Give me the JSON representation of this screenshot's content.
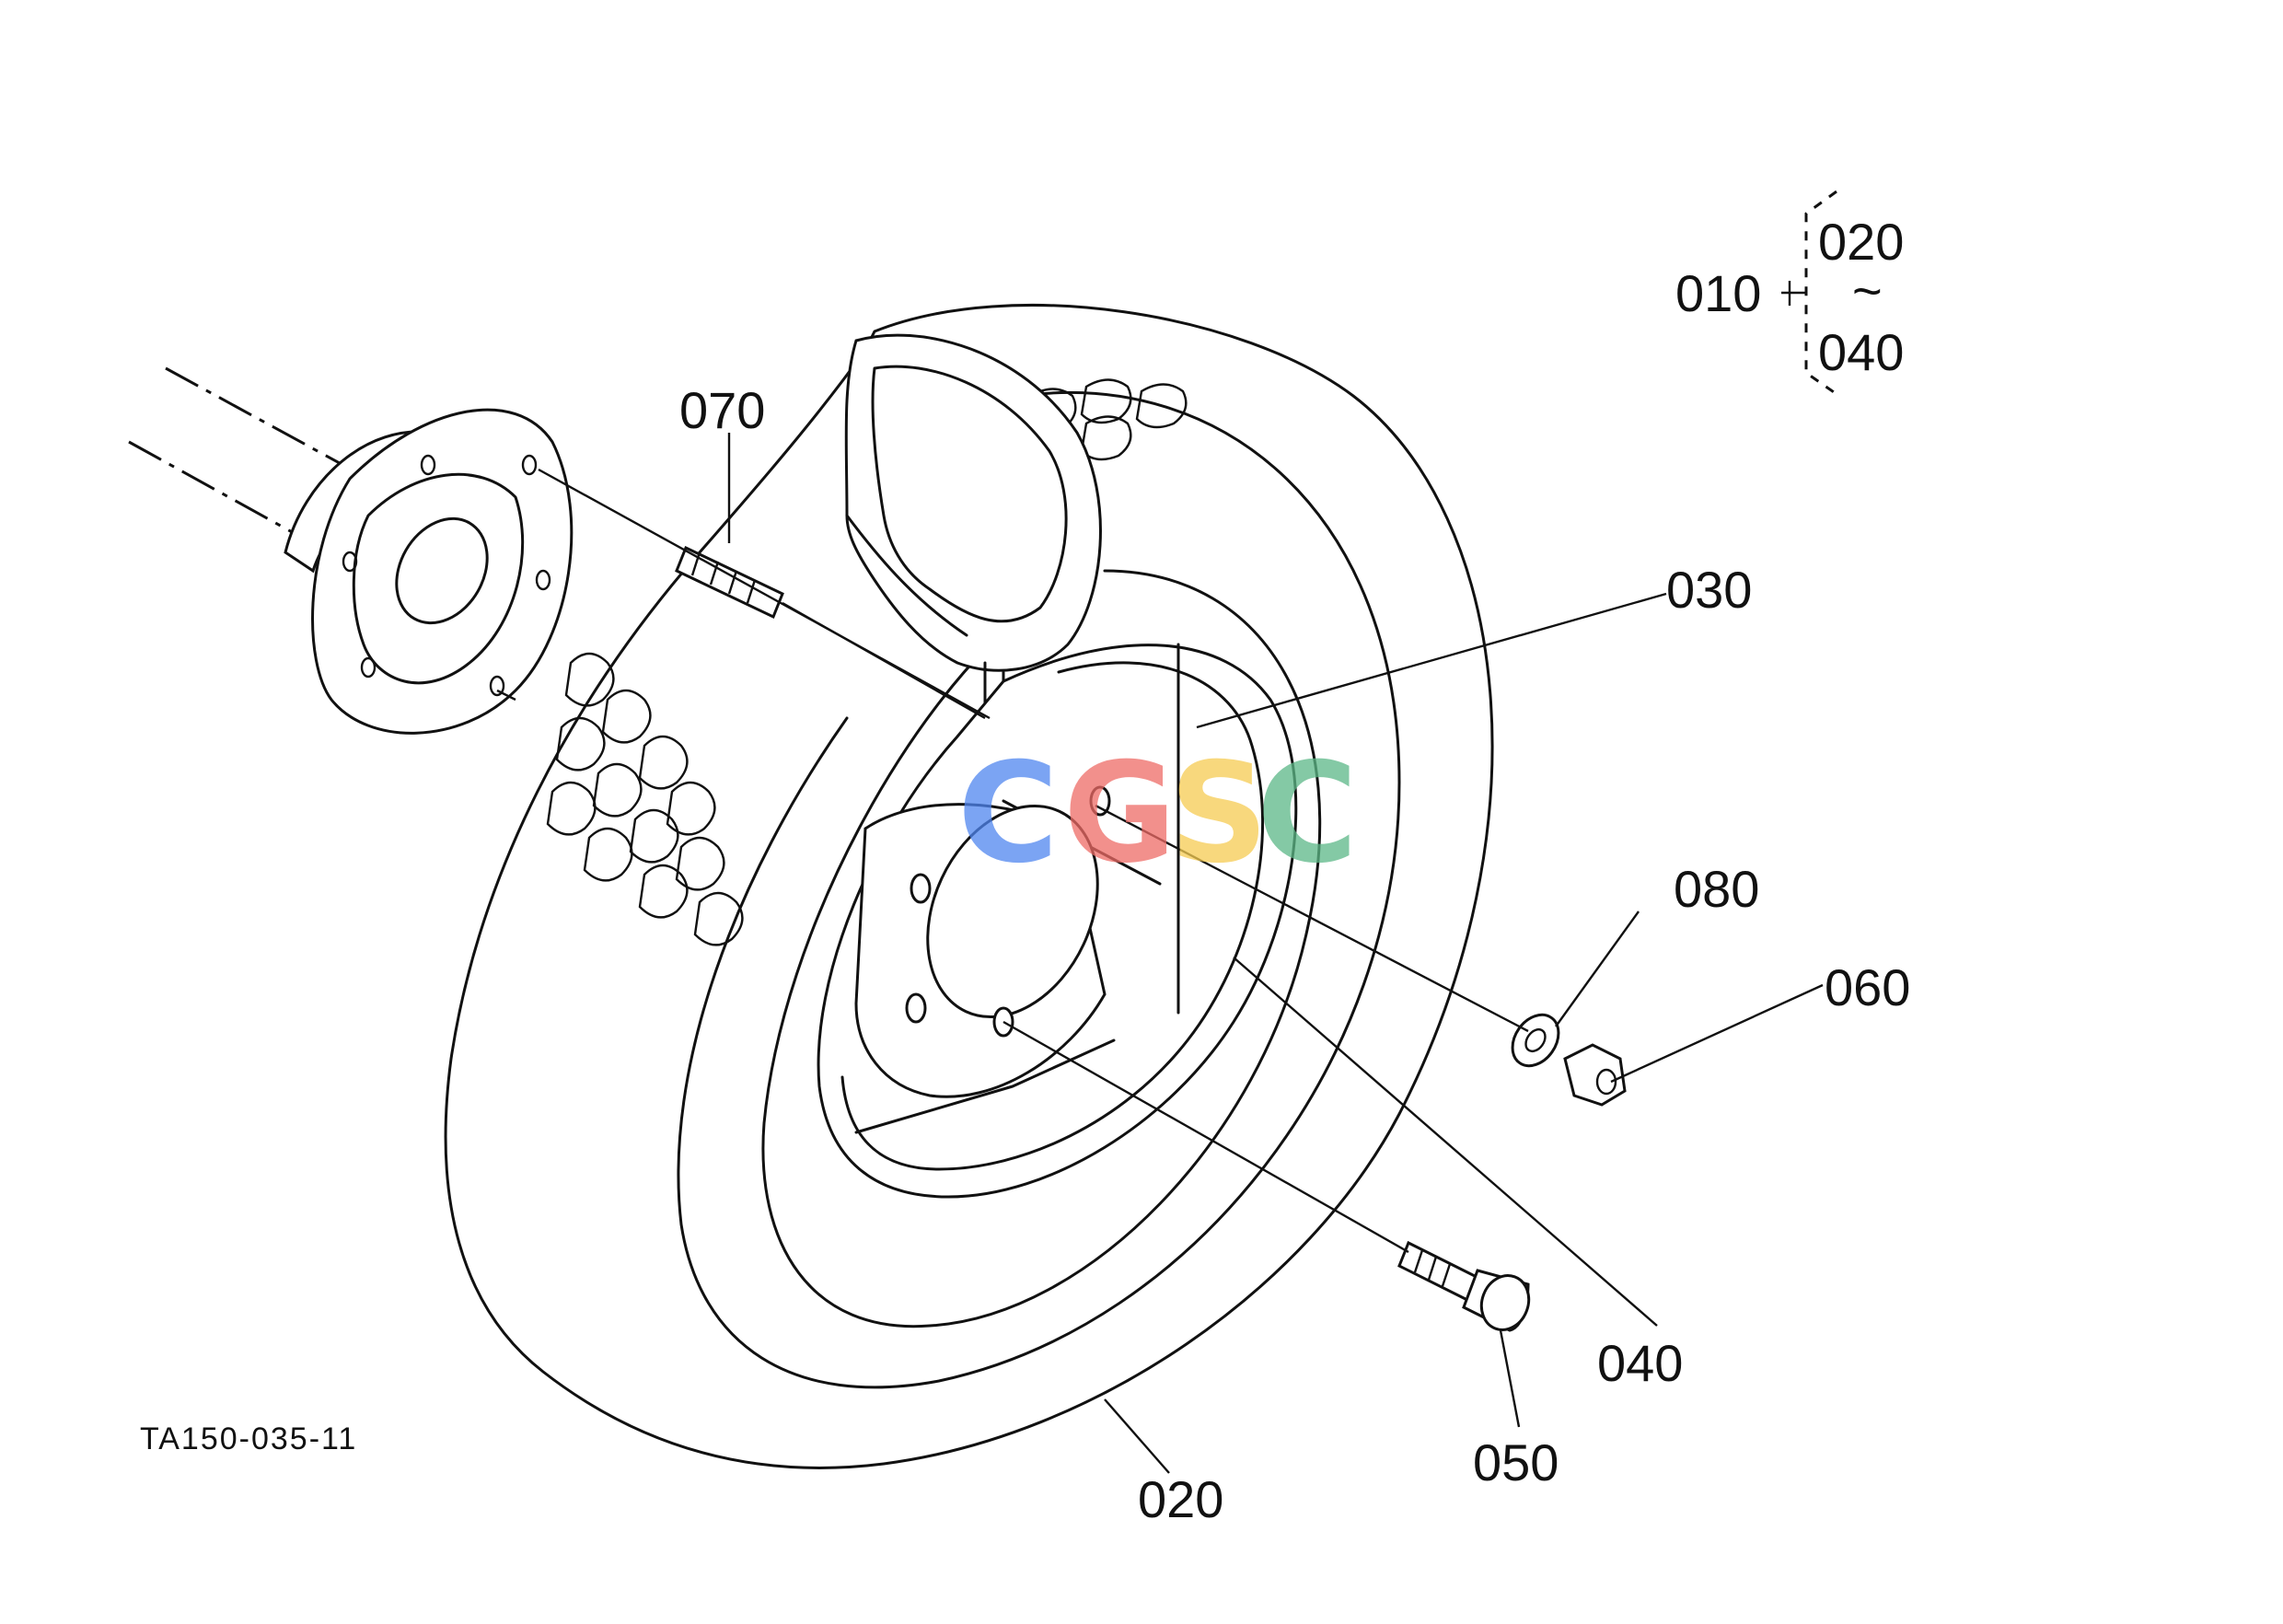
{
  "figure_code": "TA150-035-11",
  "assembly": {
    "parent": "010",
    "range_start": "020",
    "range_tilde": "~",
    "range_end": "040"
  },
  "callouts": {
    "tire": "020",
    "tube": "030",
    "rim": "040",
    "bolt": "050",
    "nut": "060",
    "stud": "070",
    "washer": "080"
  },
  "watermark": {
    "letters": [
      "C",
      "G",
      "S",
      "C"
    ],
    "colors": [
      "#4f86f0",
      "#ee6b66",
      "#f6cc52",
      "#5cb887"
    ]
  }
}
